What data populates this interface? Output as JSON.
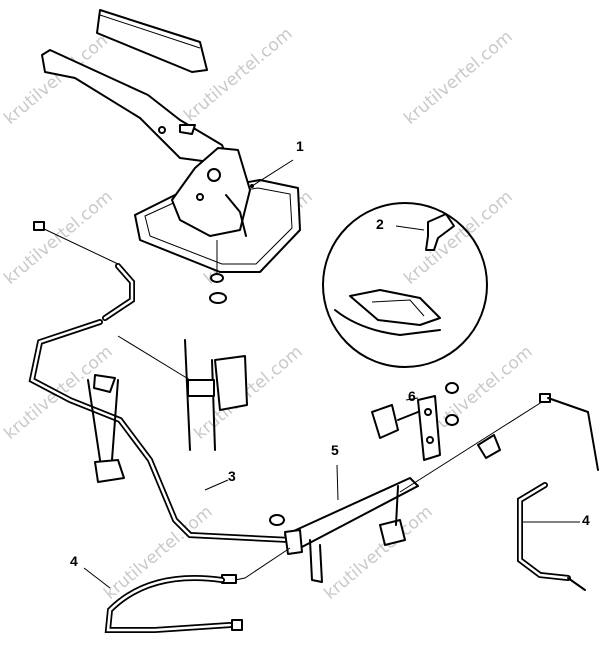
{
  "watermark": "krutilvertel.com",
  "callouts": {
    "lever_assembly": "1",
    "switch": "2",
    "front_cable": "3",
    "rear_cable_right": "4",
    "rear_cable_left": "4",
    "equalizer": "5",
    "bracket": "6"
  }
}
